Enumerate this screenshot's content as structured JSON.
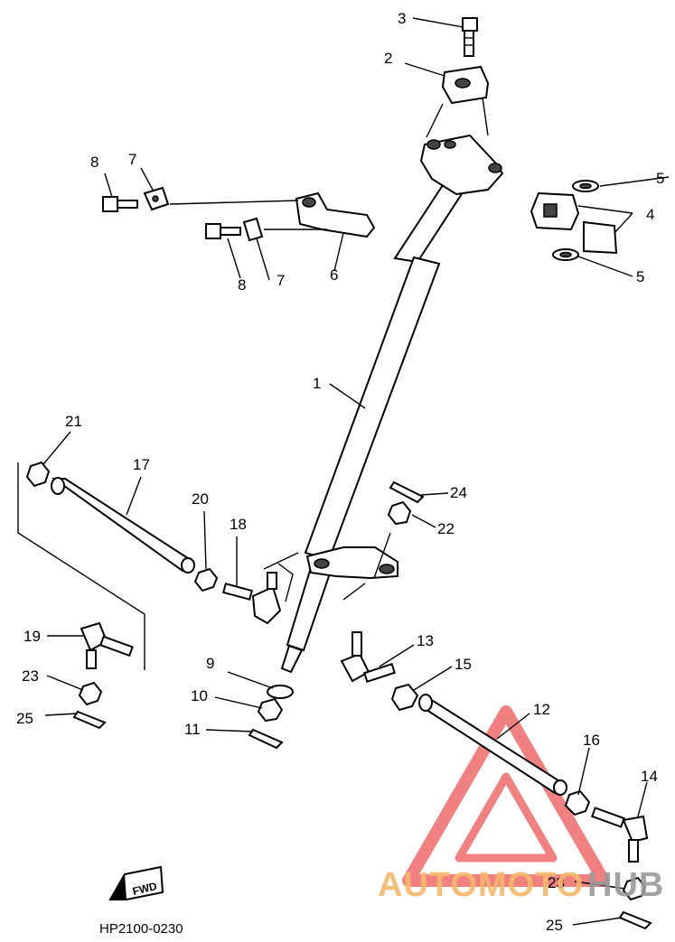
{
  "diagram": {
    "callouts": {
      "c1": "1",
      "c2": "2",
      "c3": "3",
      "c4": "4",
      "c5a": "5",
      "c5b": "5",
      "c6": "6",
      "c7a": "7",
      "c7b": "7",
      "c8a": "8",
      "c8b": "8",
      "c9": "9",
      "c10": "10",
      "c11": "11",
      "c12": "12",
      "c13": "13",
      "c14": "14",
      "c15": "15",
      "c16": "16",
      "c17": "17",
      "c18": "18",
      "c19": "19",
      "c20": "20",
      "c21": "21",
      "c22": "22",
      "c23a": "23",
      "c23b": "23",
      "c24": "24",
      "c25a": "25",
      "c25b": "25"
    },
    "fwd_label": "FWD",
    "drawing_code": "HP2100-0230"
  },
  "watermark": {
    "text_a": "AUTOMOTO",
    "text_b": "HUB",
    "color_a": "#f6b96b",
    "color_b": "#9a9a9a",
    "triangle_color": "#ef6a6a"
  }
}
